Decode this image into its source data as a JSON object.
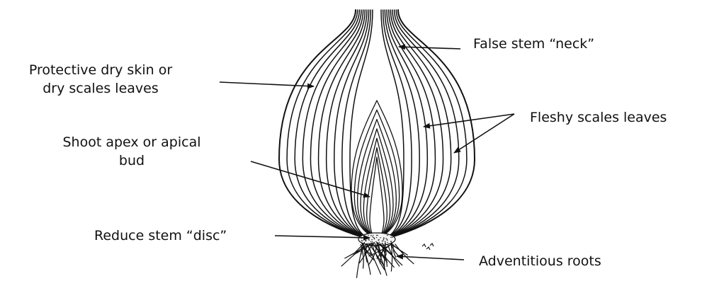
{
  "labels": {
    "false_stem": "False stem “neck”",
    "protective_skin_line1": "Protective dry skin or",
    "protective_skin_line2": "dry scales leaves",
    "fleshy_scales": "Fleshy scales leaves",
    "shoot_apex_line1": "Shoot apex or apical",
    "shoot_apex_line2": "bud",
    "reduced_stem": "Reduce stem “disc”",
    "roots": "Adventitious roots"
  },
  "colors": {
    "ink": "#111111",
    "background": "#ffffff"
  }
}
